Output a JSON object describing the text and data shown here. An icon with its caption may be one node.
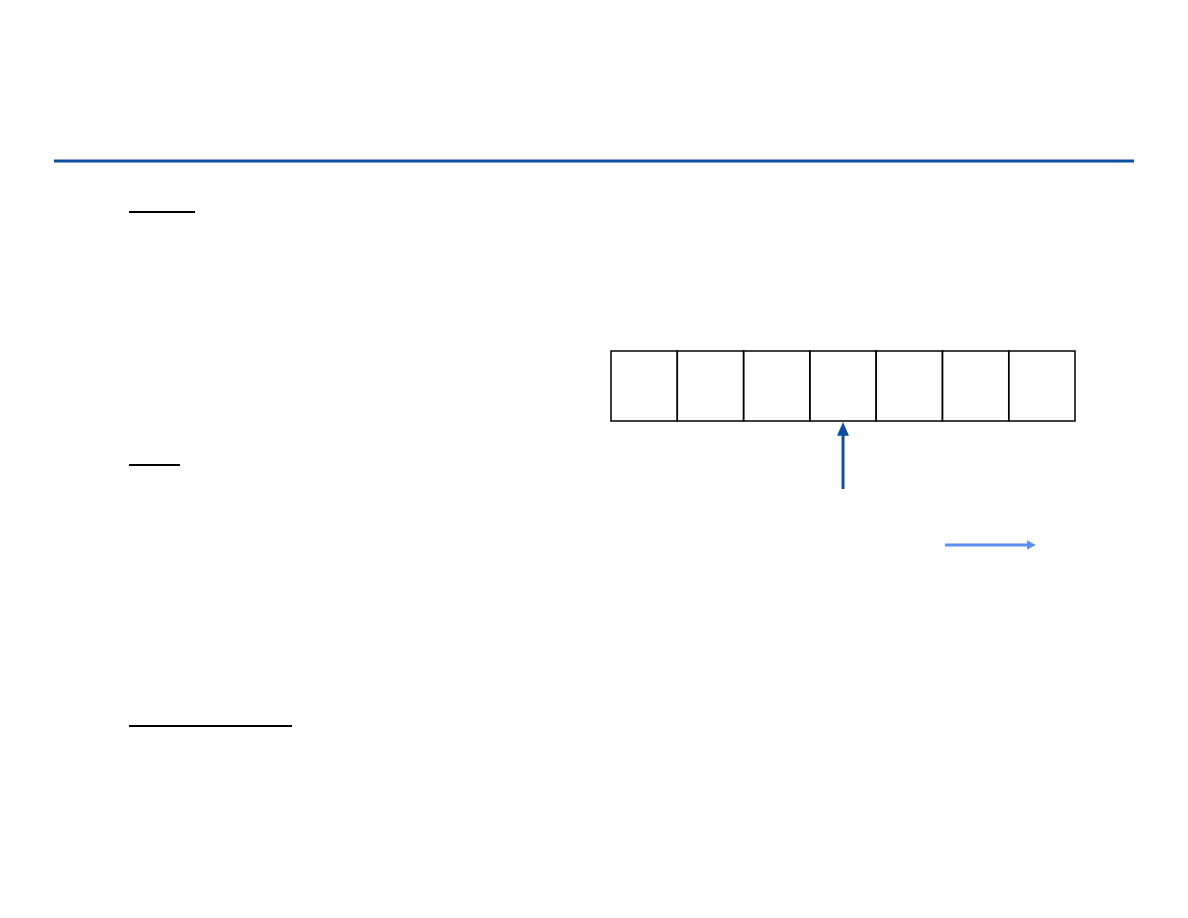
{
  "diagram": {
    "nodes": [
      {
        "text": [],
        "shape": "box"
      },
      {
        "text": [],
        "shape": "box"
      },
      {
        "text": [],
        "shape": "box"
      },
      {
        "text": [],
        "shape": "box"
      },
      {
        "text": [],
        "shape": "box"
      },
      {
        "text": [],
        "shape": "box"
      },
      {
        "text": [],
        "shape": "box"
      }
    ],
    "edges": [
      {
        "from": null,
        "to": 3,
        "arrow": "to"
      }
    ]
  }
}
